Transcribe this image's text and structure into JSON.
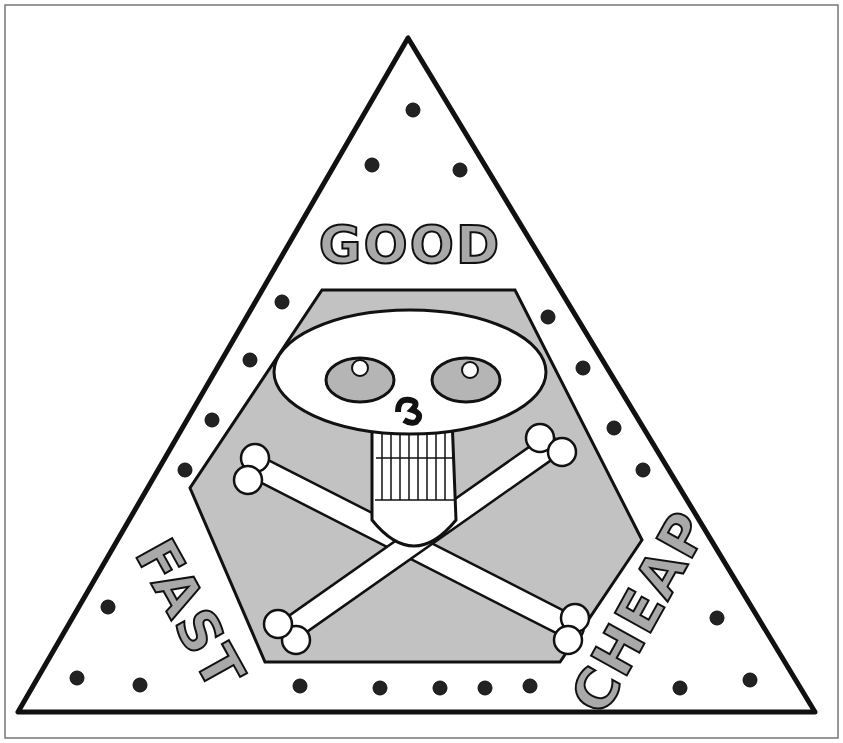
{
  "diagram": {
    "labels": [
      "GOOD",
      "FAST",
      "CHEAP"
    ]
  }
}
